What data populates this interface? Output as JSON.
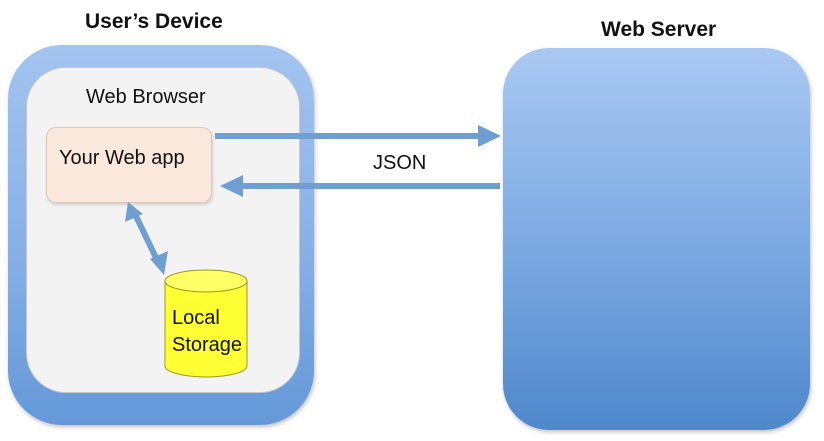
{
  "device": {
    "title": "User’s Device"
  },
  "browser": {
    "title": "Web Browser"
  },
  "webapp": {
    "label": "Your Web app"
  },
  "storage": {
    "line1": "Local",
    "line2": "Storage"
  },
  "server": {
    "title": "Web Server"
  },
  "connection": {
    "label": "JSON"
  },
  "colors": {
    "device_fill": "#87b0e6",
    "browser_fill": "#f3f3f3",
    "webapp_fill": "#fbe8dc",
    "storage_fill": "#ffff33",
    "server_fill": "#6f9fdc",
    "arrow": "#6f9fd0"
  }
}
